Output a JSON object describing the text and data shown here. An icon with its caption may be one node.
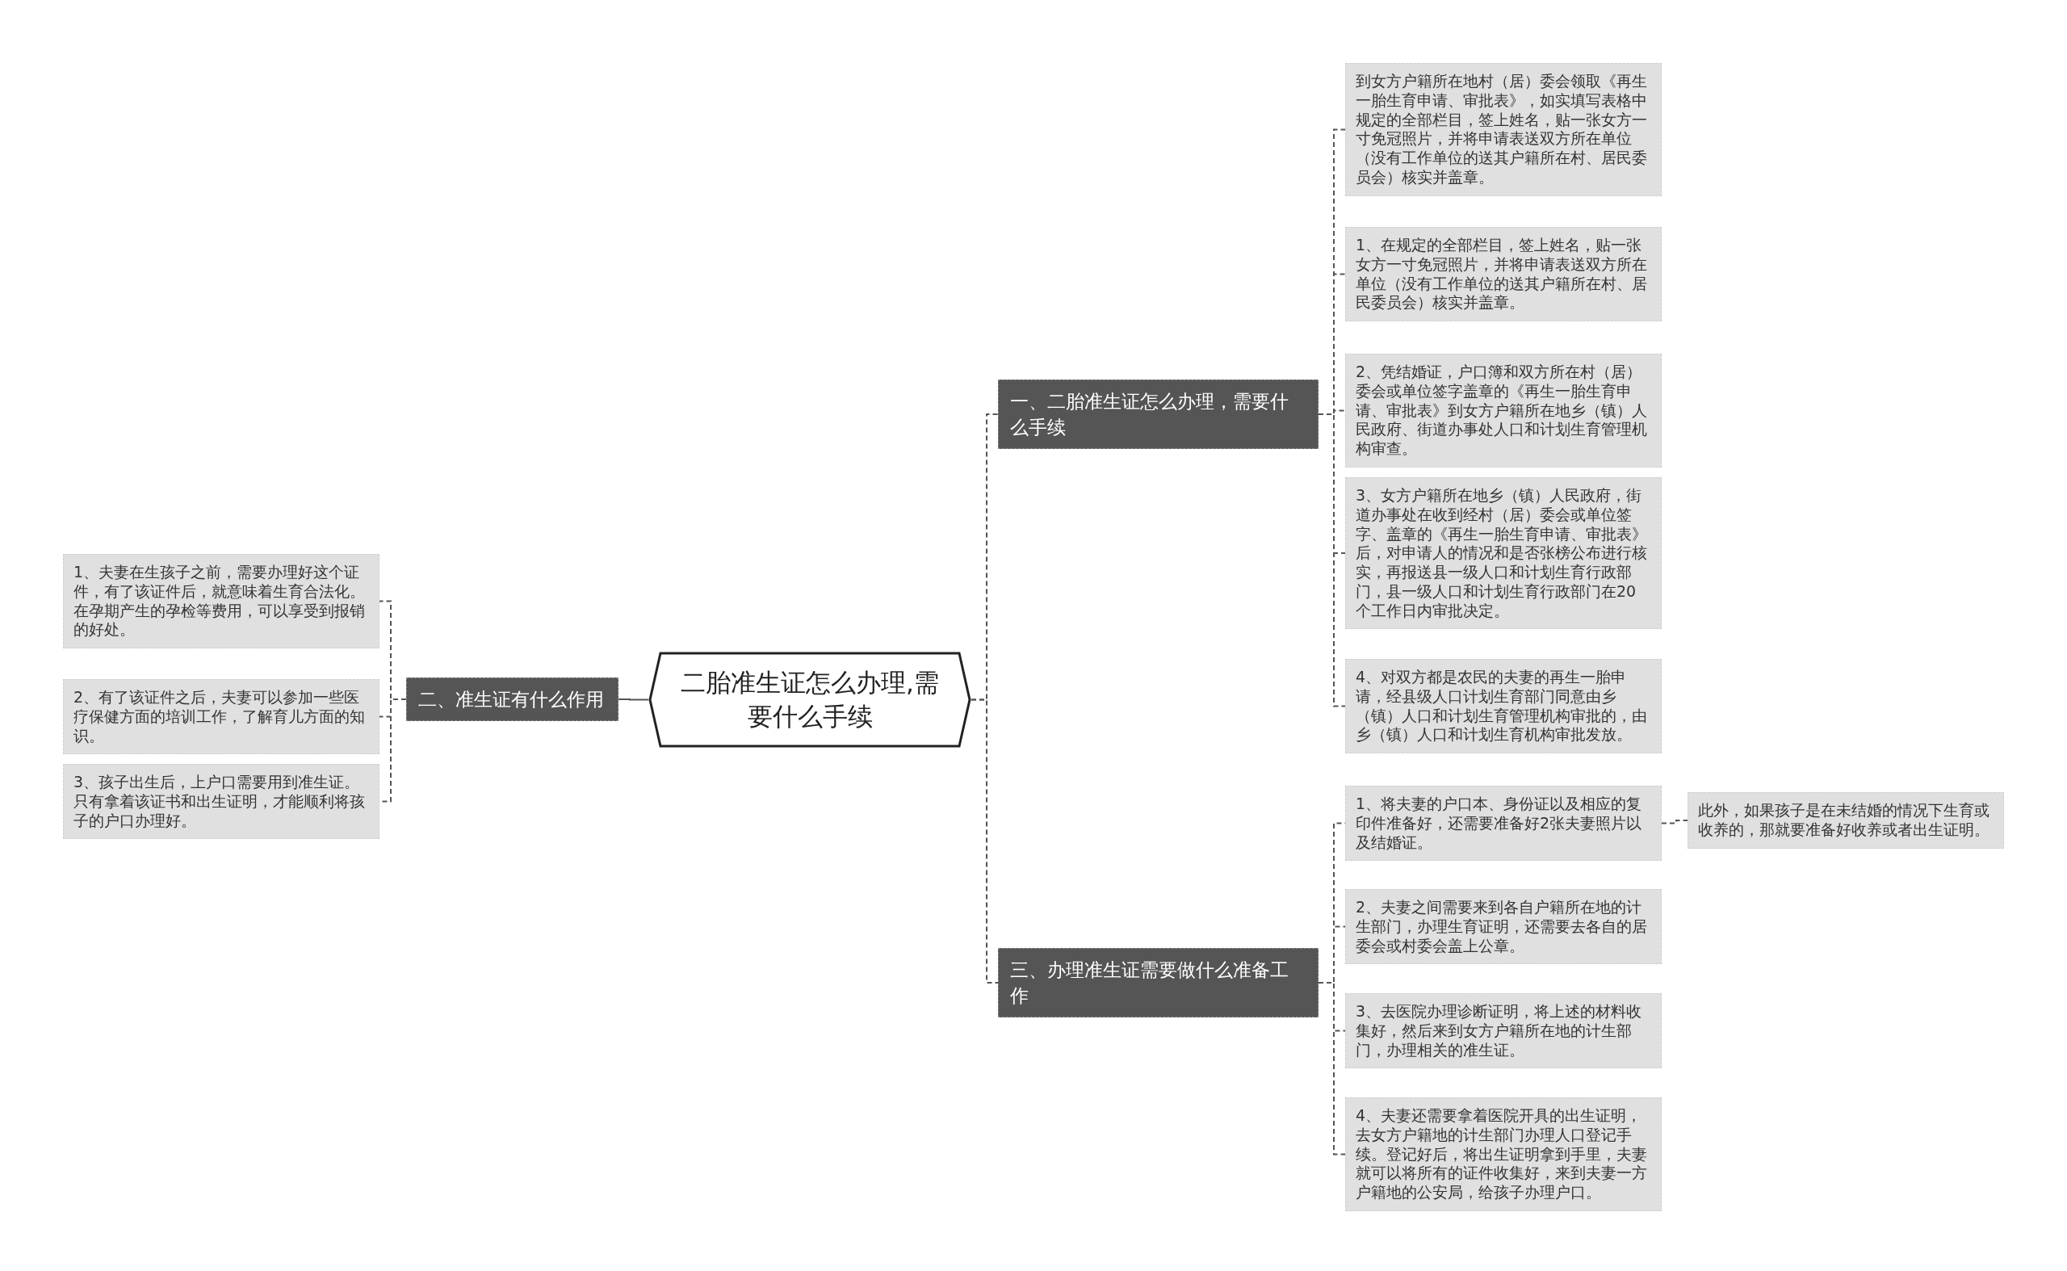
{
  "diagram": {
    "nodes": [
      {
        "text": [
          "二胎准生证怎么办理,需要什么手续"
        ]
      },
      {
        "text": [
          "一、二胎准生证怎么办理，需要什么手续"
        ]
      },
      {
        "text": [
          "到女方户籍所在地村（居）委会领取《再生一胎生育申请、审批表》，如实填写表格中规定的全部栏目，签上姓名，贴一张女方一寸免冠照片，并将申请表送双方所在单位（没有工作单位的送其户籍所在村、居民委员会）核实并盖章。"
        ]
      },
      {
        "text": [
          "1、在规定的全部栏目，签上姓名，贴一张女方一寸免冠照片，并将申请表送双方所在单位（没有工作单位的送其户籍所在村、居民委员会）核实并盖章。"
        ]
      },
      {
        "text": [
          "2、凭结婚证，户口簿和双方所在村（居）委会或单位签字盖章的《再生一胎生育申请、审批表》到女方户籍所在地乡（镇）人民政府、街道办事处人口和计划生育管理机构审查。"
        ]
      },
      {
        "text": [
          "3、女方户籍所在地乡（镇）人民政府，街道办事处在收到经村（居）委会或单位签字、盖章的《再生一胎生育申请、审批表》后，对申请人的情况和是否张榜公布进行核实，再报送县一级人口和计划生育行政部门，县一级人口和计划生育行政部门在20个工作日内审批决定。"
        ]
      },
      {
        "text": [
          "4、对双方都是农民的夫妻的再生一胎申请，经县级人口计划生育部门同意由乡（镇）人口和计划生育管理机构审批的，由乡（镇）人口和计划生育机构审批发放。"
        ]
      },
      {
        "text": [
          "二、准生证有什么作用"
        ]
      },
      {
        "text": [
          "1、夫妻在生孩子之前，需要办理好这个证件，有了该证件后，就意味着生育合法化。在孕期产生的孕检等费用，可以享受到报销的好处。"
        ]
      },
      {
        "text": [
          "2、有了该证件之后，夫妻可以参加一些医疗保健方面的培训工作，了解育儿方面的知识。"
        ]
      },
      {
        "text": [
          "3、孩子出生后，上户口需要用到准生证。只有拿着该证书和出生证明，才能顺利将孩子的户口办理好。"
        ]
      },
      {
        "text": [
          "三、办理准生证需要做什么准备工作"
        ]
      },
      {
        "text": [
          "1、将夫妻的户口本、身份证以及相应的复印件准备好，还需要准备好2张夫妻照片以及结婚证。"
        ]
      },
      {
        "text": [
          "2、夫妻之间需要来到各自户籍所在地的计生部门，办理生育证明，还需要去各自的居委会或村委会盖上公章。"
        ]
      },
      {
        "text": [
          "3、去医院办理诊断证明，将上述的材料收集好，然后来到女方户籍所在地的计生部门，办理相关的准生证。"
        ]
      },
      {
        "text": [
          "4、夫妻还需要拿着医院开具的出生证明，去女方户籍地的计生部门办理人口登记手续。登记好后，将出生证明拿到手里，夫妻就可以将所有的证件收集好，来到夫妻一方户籍地的公安局，给孩子办理户口。"
        ]
      },
      {
        "text": [
          "此外，如果孩子是在未结婚的情况下生育或收养的，那就要准备好收养或者出生证明。"
        ]
      }
    ],
    "edges": [
      {
        "from": 0,
        "to": 1,
        "arrow": "none",
        "style": "dashed"
      },
      {
        "from": 1,
        "to": 2,
        "arrow": "none",
        "style": "dashed"
      },
      {
        "from": 1,
        "to": 3,
        "arrow": "none",
        "style": "dashed"
      },
      {
        "from": 1,
        "to": 4,
        "arrow": "none",
        "style": "dashed"
      },
      {
        "from": 1,
        "to": 5,
        "arrow": "none",
        "style": "dashed"
      },
      {
        "from": 1,
        "to": 6,
        "arrow": "none",
        "style": "dashed"
      },
      {
        "from": 0,
        "to": 7,
        "arrow": "none"
      },
      {
        "from": 7,
        "to": 8,
        "arrow": "none",
        "style": "dashed"
      },
      {
        "from": 7,
        "to": 9,
        "arrow": "none",
        "style": "dashed"
      },
      {
        "from": 7,
        "to": 10,
        "arrow": "none",
        "style": "dashed"
      },
      {
        "from": 0,
        "to": 11,
        "arrow": "none",
        "style": "dashed"
      },
      {
        "from": 11,
        "to": 12,
        "arrow": "none",
        "style": "dashed"
      },
      {
        "from": 11,
        "to": 13,
        "arrow": "none",
        "style": "dashed"
      },
      {
        "from": 11,
        "to": 14,
        "arrow": "none",
        "style": "dashed"
      },
      {
        "from": 11,
        "to": 15,
        "arrow": "none",
        "style": "dashed"
      },
      {
        "from": 12,
        "to": 16,
        "arrow": "none",
        "style": "dashed"
      }
    ]
  }
}
